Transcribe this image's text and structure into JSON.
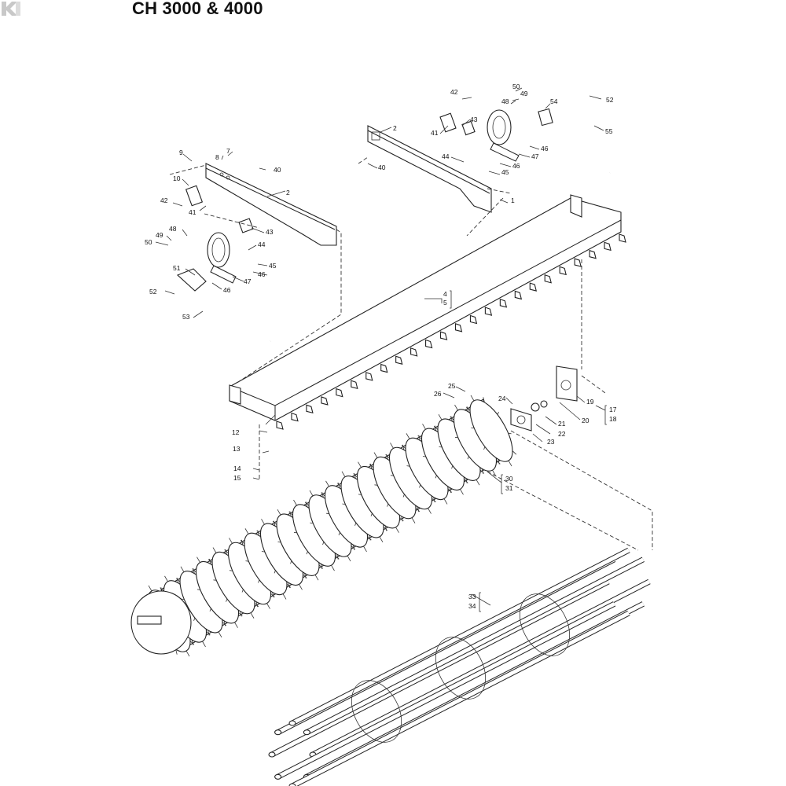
{
  "title": "CH 3000 & 4000",
  "labels": {
    "l1": "1",
    "l2a": "2",
    "l2b": "2",
    "l4": "4",
    "l5": "5",
    "l7": "7",
    "l8": "8",
    "l9": "9",
    "l10": "10",
    "l12": "12",
    "l13": "13",
    "l14": "14",
    "l15": "15",
    "l17": "17",
    "l18": "18",
    "l19": "19",
    "l20": "20",
    "l21": "21",
    "l22": "22",
    "l23": "23",
    "l24": "24",
    "l25": "25",
    "l26": "26",
    "l30": "30",
    "l31": "31",
    "l33": "33",
    "l34": "34",
    "l40a": "40",
    "l40b": "40",
    "l41a": "41",
    "l41b": "41",
    "l42a": "42",
    "l42b": "42",
    "l43a": "43",
    "l43b": "43",
    "l44a": "44",
    "l44b": "44",
    "l45a": "45",
    "l45b": "45",
    "l46a": "46",
    "l46b": "46",
    "l46c": "46",
    "l46d": "46",
    "l47a": "47",
    "l47b": "47",
    "l48a": "48",
    "l48b": "48",
    "l49a": "49",
    "l49b": "49",
    "l50a": "50",
    "l50b": "50",
    "l51": "51",
    "l52a": "52",
    "l52b": "52",
    "l53": "53",
    "l54": "54",
    "l55": "55"
  },
  "logo": {
    "icon": "brand-logo-icon",
    "color": "#c8c8c8"
  }
}
